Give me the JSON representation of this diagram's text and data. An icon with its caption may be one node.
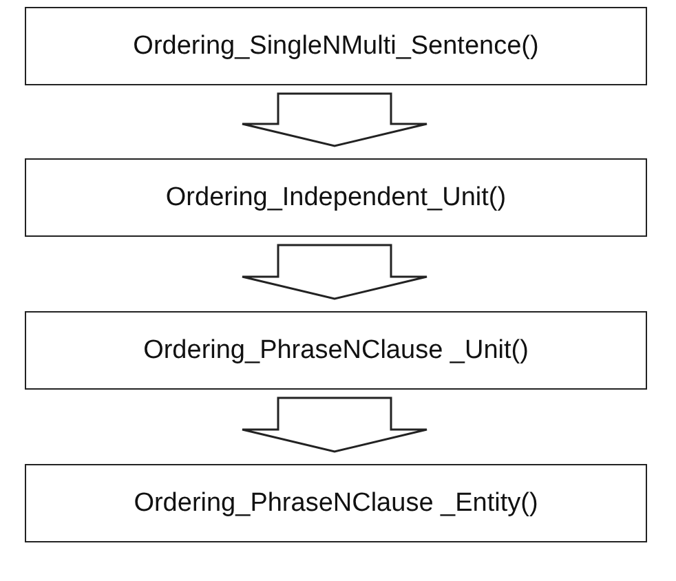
{
  "diagram": {
    "nodes": [
      {
        "text": [
          "Ordering_SingleNMulti_Sentence()"
        ]
      },
      {
        "text": [
          "Ordering_Independent_Unit()"
        ]
      },
      {
        "text": [
          "Ordering_PhraseNClause _Unit()"
        ]
      },
      {
        "text": [
          "Ordering_PhraseNClause _Entity()"
        ]
      }
    ],
    "edges": [
      {
        "from": 0,
        "to": 1,
        "arrow": "to"
      },
      {
        "from": 1,
        "to": 2,
        "arrow": "to"
      },
      {
        "from": 2,
        "to": 3,
        "arrow": "to"
      }
    ]
  }
}
